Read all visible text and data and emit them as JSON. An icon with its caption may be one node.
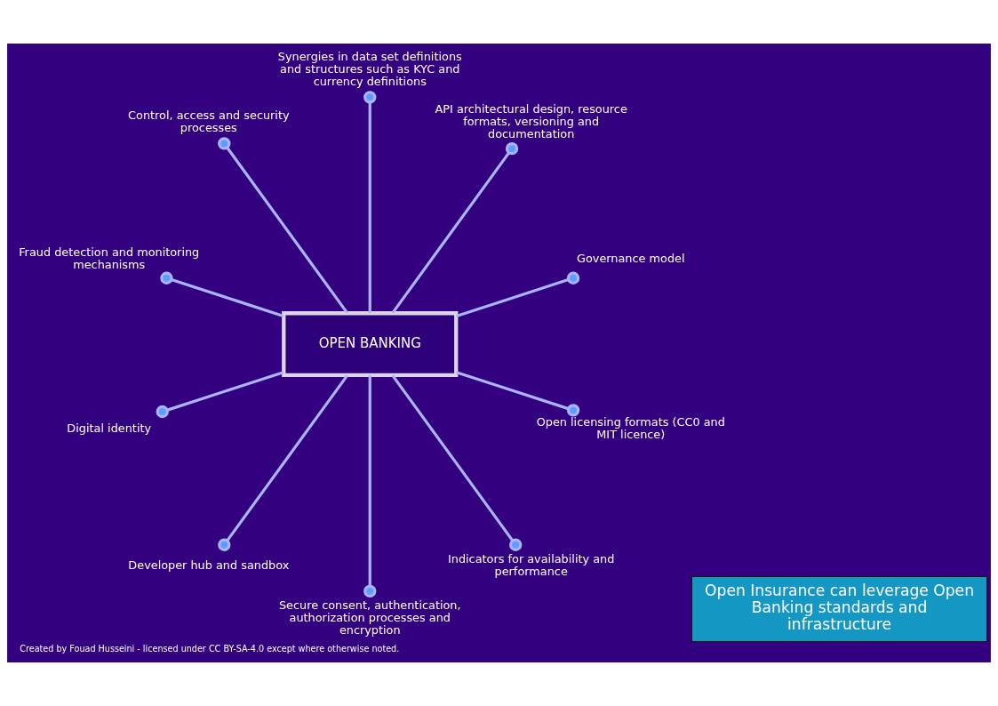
{
  "diagram": {
    "caption": "Created by Fouad Husseini - licensed under CC BY-SA-4.0 except where otherwise noted.",
    "nodes": [
      {
        "text": [
          "OPEN BANKING"
        ]
      },
      {
        "text": [
          "Governance model"
        ]
      },
      {
        "text": [
          "API architectural design, resource formats, versioning and documentation"
        ]
      },
      {
        "text": [
          "Synergies in data set definitions and structures such as KYC and currency definitions"
        ]
      },
      {
        "text": [
          "Control, access and security processes"
        ]
      },
      {
        "text": [
          "Fraud detection and monitoring mechanisms"
        ]
      },
      {
        "text": [
          "Digital identity"
        ]
      },
      {
        "text": [
          "Developer hub and sandbox"
        ]
      },
      {
        "text": [
          "Secure consent, authentication, authorization processes and encryption"
        ]
      },
      {
        "text": [
          "Indicators for availability and performance"
        ]
      },
      {
        "text": [
          "Open licensing formats (CC0 and MIT licence)"
        ]
      },
      {
        "text": [
          "Open Insurance can leverage Open Banking standards and infrastructure"
        ]
      }
    ],
    "edges": [
      {
        "from": 0,
        "to": 1,
        "arrow": "other"
      },
      {
        "from": 0,
        "to": 2,
        "arrow": "other"
      },
      {
        "from": 0,
        "to": 3,
        "arrow": "other"
      },
      {
        "from": 0,
        "to": 4,
        "arrow": "other"
      },
      {
        "from": 0,
        "to": 5,
        "arrow": "other"
      },
      {
        "from": 0,
        "to": 6,
        "arrow": "other"
      },
      {
        "from": 0,
        "to": 7,
        "arrow": "other"
      },
      {
        "from": 0,
        "to": 8,
        "arrow": "other"
      },
      {
        "from": 0,
        "to": 9,
        "arrow": "other"
      },
      {
        "from": 0,
        "to": 10,
        "arrow": "other"
      }
    ]
  }
}
